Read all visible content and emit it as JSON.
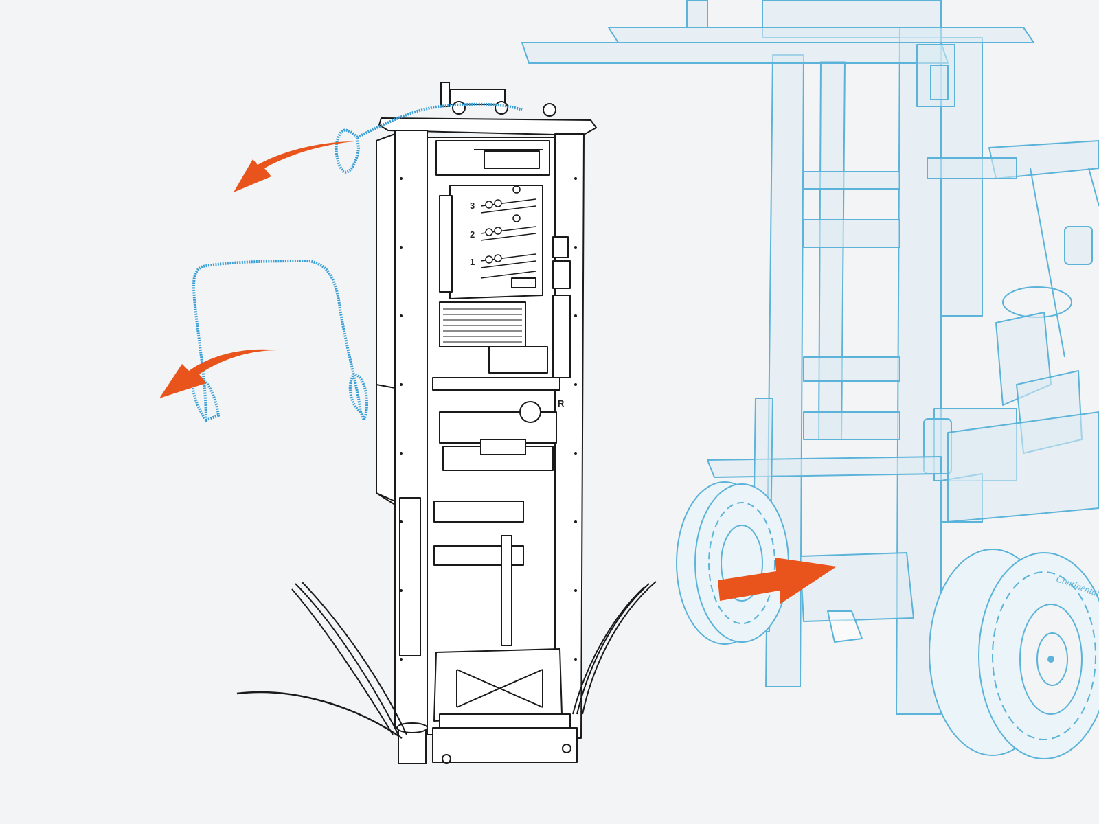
{
  "module_labels": [
    "3",
    "2",
    "1"
  ],
  "side_label": "R",
  "tyre_brand": "Continental",
  "colors": {
    "background": "#f3f4f5",
    "line": "#1a1a1a",
    "forklift": "#5bb3d9",
    "forklift_fill": "#dcebf3",
    "sling": "#3a9fd6",
    "arrow": "#e8541c"
  },
  "icons": [
    "move-left-arrow",
    "move-left-arrow",
    "insert-forks-arrow"
  ]
}
